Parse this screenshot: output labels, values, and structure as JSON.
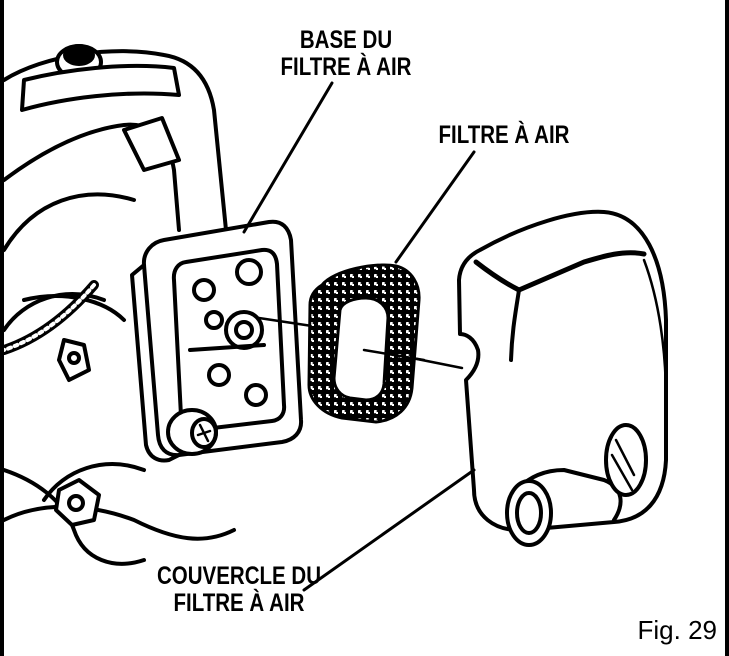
{
  "labels": {
    "base": {
      "line1": "BASE DU",
      "line2": "FILTRE À AIR"
    },
    "filter": {
      "line1": "FILTRE À AIR"
    },
    "cover": {
      "line1": "COUVERCLE DU",
      "line2": "FILTRE À AIR"
    }
  },
  "figure_number": "Fig. 29",
  "colors": {
    "ink": "#000000",
    "paper": "#ffffff"
  }
}
